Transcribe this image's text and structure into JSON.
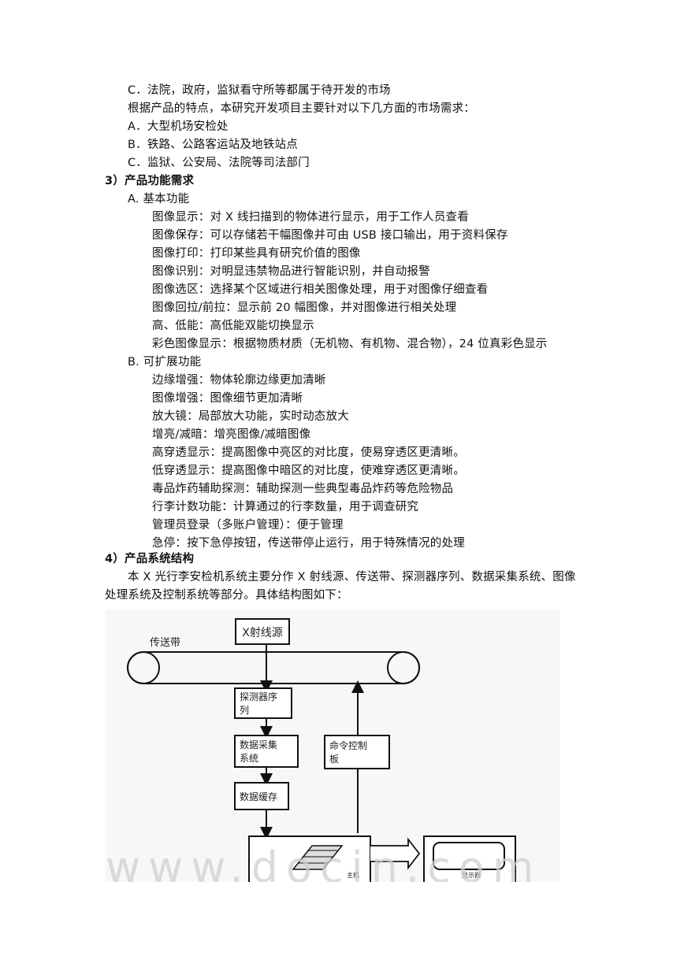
{
  "doc": {
    "lines": [
      "C．法院，政府，监狱看守所等都属于待开发的市场",
      "根据产品的特点，本研究开发项目主要针对以下几方面的市场需求：",
      "A．大型机场安检处",
      "B．铁路、公路客运站及地铁站点",
      "C．监狱、公安局、法院等司法部门",
      "3）产品功能需求",
      "A.   基本功能",
      "图像显示：对 X 线扫描到的物体进行显示，用于工作人员查看",
      "图像保存：可以存储若干幅图像并可由 USB 接口输出，用于资料保存",
      "图像打印：打印某些具有研究价值的图像",
      "图像识别：对明显违禁物品进行智能识别，并自动报警",
      "图像选区：选择某个区域进行相关图像处理，用于对图像仔细查看",
      "图像回拉/前拉：显示前 20 幅图像，并对图像进行相关处理",
      "高、低能：高低能双能切换显示",
      "彩色图像显示：根据物质材质（无机物、有机物、混合物），24 位真彩色显示",
      "B.   可扩展功能",
      "边缘增强：物体轮廓边缘更加清晰",
      "图像增强：图像细节更加清晰",
      "放大镜：局部放大功能，实时动态放大",
      "增亮/减暗：增亮图像/减暗图像",
      "高穿透显示：提高图像中亮区的对比度，使易穿透区更清晰。",
      "低穿透显示：提高图像中暗区的对比度，使难穿透区更清晰。",
      "毒品炸药辅助探测：辅助探测一些典型毒品炸药等危险物品",
      "行李计数功能：计算通过的行李数量，用于调查研究",
      "管理员登录（多账户管理）：便于管理",
      "急停：按下急停按钮，传送带停止运行，用于特殊情况的处理",
      "4）产品系统结构",
      "本 X 光行李安检机系统主要分作 X 射线源、传送带、探测器序列、数据采集系统、图像",
      "处理系统及控制系统等部分。具体结构图如下："
    ]
  },
  "diagram": {
    "xray_source": "X射线源",
    "conveyor": "传送带",
    "detector_line1": "探测器序",
    "detector_line2": "列",
    "acquisition_line1": "数据采集",
    "acquisition_line2": "系统",
    "buffer": "数据缓存",
    "control_line1": "命令控制",
    "control_line2": "板",
    "host": "主机",
    "display": "显示器",
    "watermark": "www.docin.com"
  }
}
